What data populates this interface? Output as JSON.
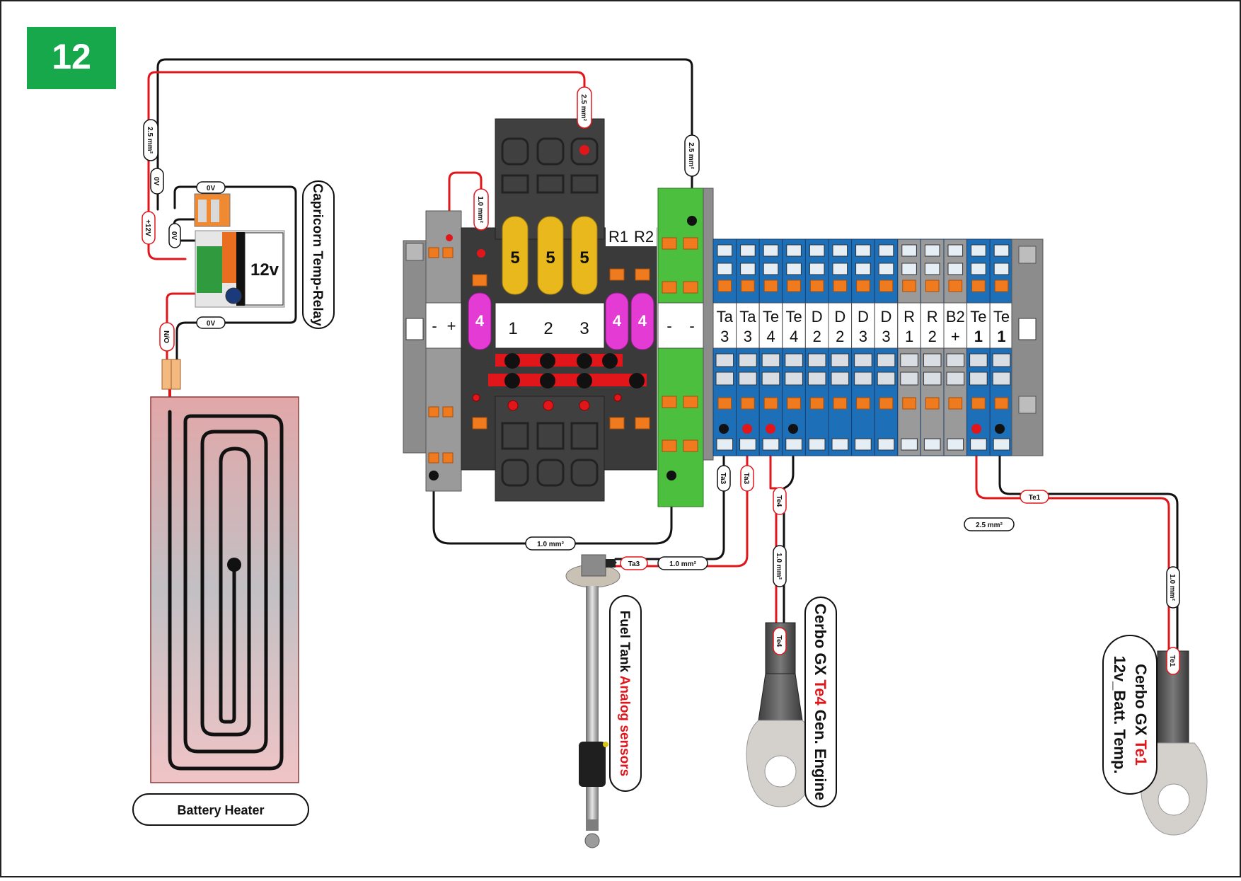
{
  "step_badge": {
    "number": "12",
    "color": "#16a84a"
  },
  "colors": {
    "wire_red": "#e0161b",
    "wire_black": "#111111",
    "terminal_grey": "#8c8c8c",
    "terminal_dark": "#3a3a3a",
    "terminal_green": "#4cbf3e",
    "terminal_blue": "#1d6fb8",
    "fuse_yellow": "#e8b81c",
    "fuse_pink": "#e33bd4",
    "lever_orange": "#f07a1e"
  },
  "wire_labels": {
    "top_left_vertical": "2.5 mm²",
    "top_fuse": "2.5 mm²",
    "top_green": "2.5 mm²",
    "left_fuse_in": "1.0 mm²",
    "ov_vertical": "0V",
    "plus12v": "+12V",
    "ov_relay_side": "0V",
    "ov_relay_top": "0V",
    "ov_relay_bottom": "0V",
    "no": "N/O",
    "bottom_loop": "1.0 mm²",
    "ta3_a": "Ta3",
    "ta3_b": "Ta3",
    "ta3_sensor": "Ta3",
    "ta3_wire": "1.0 mm²",
    "te4_top": "Te4",
    "te4_wire": "1.0 mm²",
    "te4_sensor": "Te4",
    "te1_top": "Te1",
    "te1_size": "2.5 mm²",
    "te1_wire": "1.0 mm²",
    "te1_sensor": "Te1"
  },
  "relay": {
    "label": "Capricorn Temp-Relay",
    "voltage": "12v"
  },
  "heater": {
    "label": "Battery Heater"
  },
  "fuel_sensor": {
    "label_a": "Fuel Tank ",
    "label_b": "Analog sensors"
  },
  "cerbo_te4": {
    "label_a": "Cerbo GX ",
    "label_b": "Te4",
    "label_c": " Gen. Engine"
  },
  "cerbo_te1": {
    "line1_a": "Cerbo GX ",
    "line1_b": "Te1",
    "line2": "12v_Batt. Temp."
  },
  "fuse_block": {
    "top_fuses": [
      "5",
      "5",
      "5"
    ],
    "side_fuses": [
      "4",
      "4",
      "4"
    ],
    "slot_numbers": [
      "1",
      "2",
      "3"
    ],
    "relay_labels": [
      "R1",
      "R2"
    ],
    "left_signs": [
      "-",
      "+"
    ],
    "green_signs": [
      "-",
      "-"
    ]
  },
  "terminals": [
    {
      "top": "Ta",
      "bottom": "3"
    },
    {
      "top": "Ta",
      "bottom": "3"
    },
    {
      "top": "Te",
      "bottom": "4"
    },
    {
      "top": "Te",
      "bottom": "4"
    },
    {
      "top": "D",
      "bottom": "2"
    },
    {
      "top": "D",
      "bottom": "2"
    },
    {
      "top": "D",
      "bottom": "3"
    },
    {
      "top": "D",
      "bottom": "3"
    },
    {
      "top": "R",
      "bottom": "1"
    },
    {
      "top": "R",
      "bottom": "2"
    },
    {
      "top": "B2",
      "bottom": "+"
    },
    {
      "top": "Te",
      "bottom": "1"
    },
    {
      "top": "Te",
      "bottom": "1"
    }
  ]
}
